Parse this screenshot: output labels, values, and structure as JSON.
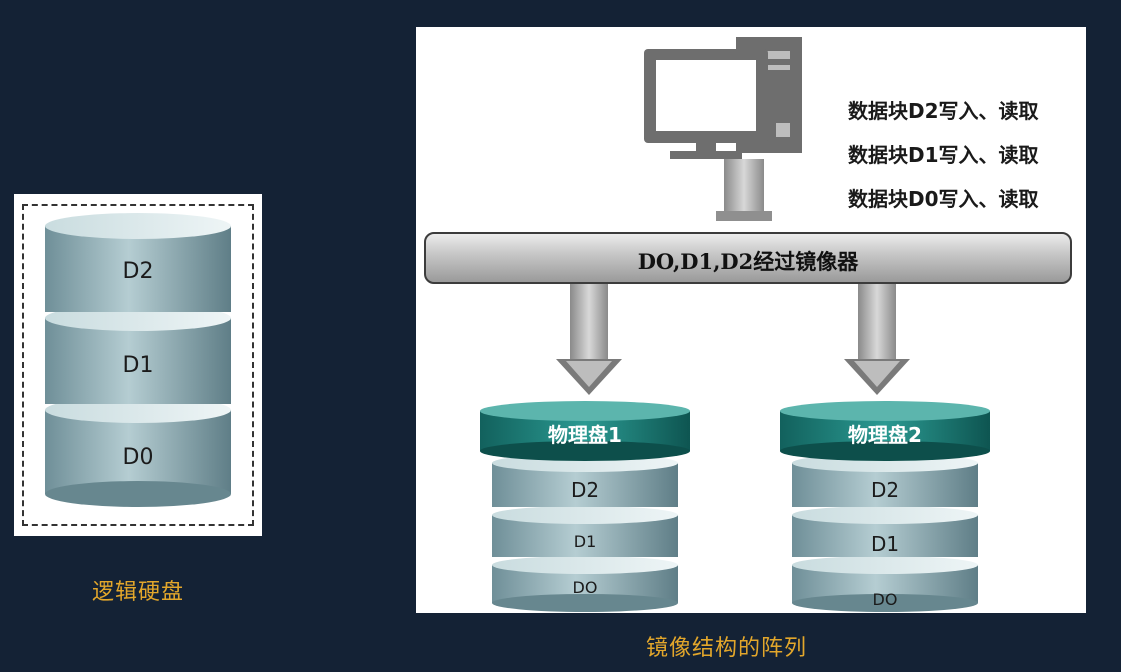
{
  "logical_disk": {
    "caption": "逻辑硬盘",
    "segments": [
      "D2",
      "D1",
      "D0"
    ]
  },
  "mirror": {
    "caption": "镜像结构的阵列",
    "write_lines": [
      "数据块D2写入、读取",
      "数据块D1写入、读取",
      "数据块D0写入、读取"
    ],
    "mirror_bar_label": "DO,D1,D2经过镜像器",
    "disk1": {
      "label": "物理盘1",
      "segments": [
        "D2",
        "D1",
        "DO"
      ]
    },
    "disk2": {
      "label": "物理盘2",
      "segments": [
        "D2",
        "D1",
        "DO"
      ]
    }
  },
  "colors": {
    "background": "#142235",
    "caption": "#e3a72b",
    "cylinder": "#8fb0b8",
    "disk_cap": "#1f7f7a"
  }
}
